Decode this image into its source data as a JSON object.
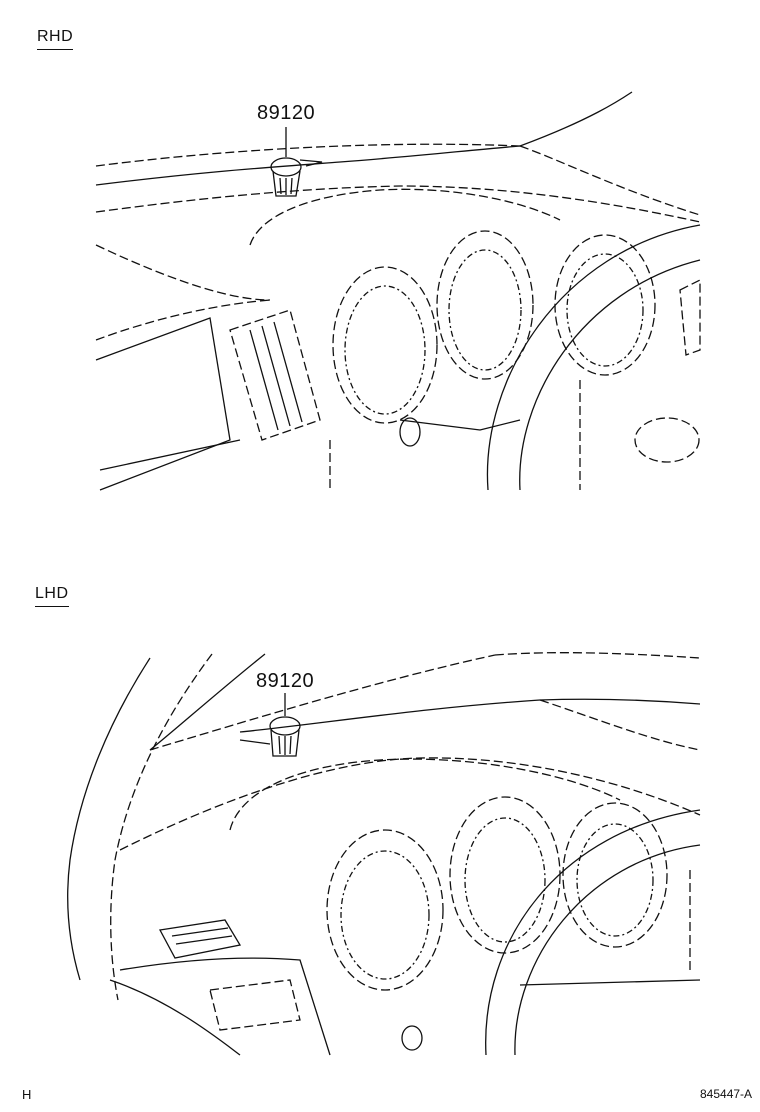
{
  "sections": [
    {
      "tag": "RHD",
      "part_number": "89120"
    },
    {
      "tag": "LHD",
      "part_number": "89120"
    }
  ],
  "footer": {
    "left": "H",
    "right": "845447-A"
  }
}
